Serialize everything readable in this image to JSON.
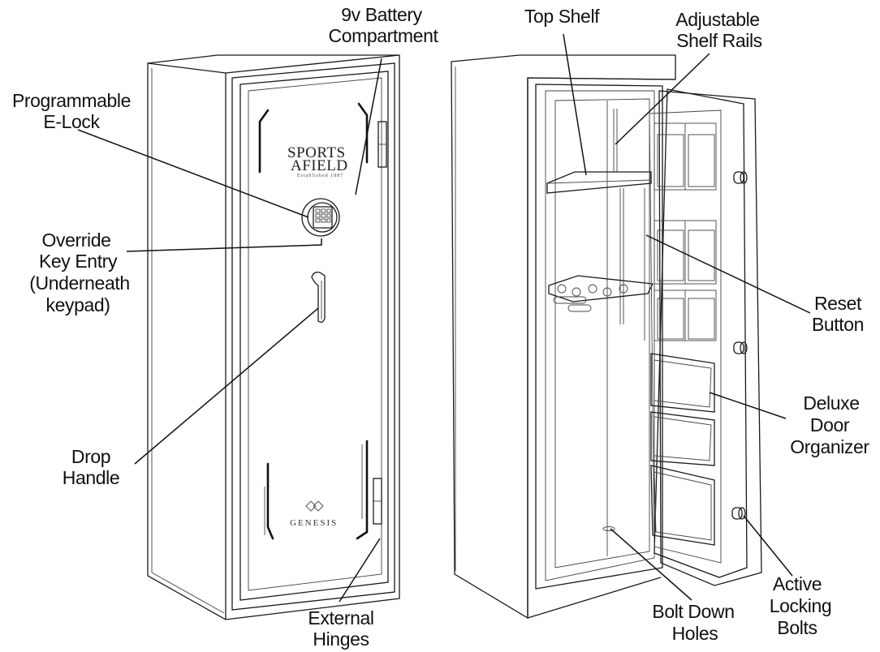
{
  "brand": {
    "sports_line1": "SPORTS",
    "sports_line2": "AFIELD",
    "established": "Established 1887",
    "model": "GENESIS"
  },
  "labels": {
    "battery": [
      "9v Battery",
      "Compartment"
    ],
    "elock": [
      "Programmable",
      "E-Lock"
    ],
    "override": [
      "Override",
      "Key Entry",
      "(Underneath",
      "keypad)"
    ],
    "drop_handle": [
      "Drop",
      "Handle"
    ],
    "hinges": [
      "External",
      "Hinges"
    ],
    "top_shelf": [
      "Top Shelf"
    ],
    "shelf_rails": [
      "Adjustable",
      "Shelf Rails"
    ],
    "reset": [
      "Reset",
      "Button"
    ],
    "organizer": [
      "Deluxe",
      "Door",
      "Organizer"
    ],
    "bolt_holes": [
      "Bolt Down",
      "Holes"
    ],
    "locking_bolts": [
      "Active",
      "Locking",
      "Bolts"
    ]
  }
}
